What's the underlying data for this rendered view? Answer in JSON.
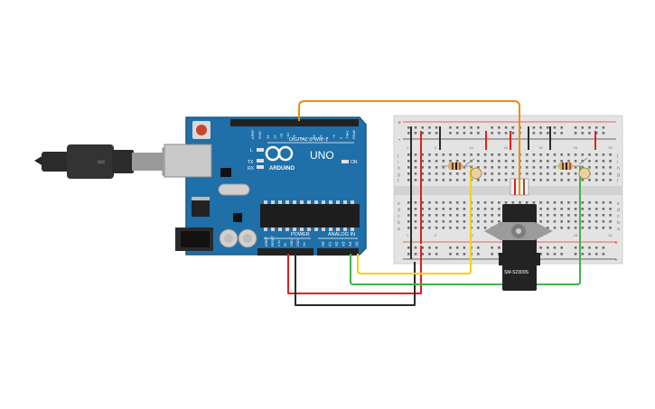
{
  "board": {
    "brand": "ARDUINO",
    "model": "UNO",
    "digital_header": "DIGITAL (PWM~)",
    "aref": "AREF",
    "gnd": "GND",
    "digital_pins": [
      "13",
      "12",
      "~11",
      "~10",
      "~9",
      "8",
      "7",
      "~6",
      "~5",
      "4",
      "~3",
      "2",
      "TX▸1",
      "RX◂0"
    ],
    "power_label": "POWER",
    "analog_label": "ANALOG IN",
    "power_pins": [
      "IOREF",
      "RESET",
      "3.3V",
      "5V",
      "GND",
      "GND",
      "Vin"
    ],
    "analog_pins": [
      "A0",
      "A1",
      "A2",
      "A3",
      "A4",
      "A5"
    ],
    "led_l": "L",
    "led_tx": "TX",
    "led_rx": "RX",
    "led_on": "ON"
  },
  "breadboard": {
    "row_letters_top": [
      "j",
      "i",
      "h",
      "g",
      "f"
    ],
    "row_letters_bottom": [
      "e",
      "d",
      "c",
      "b",
      "a"
    ],
    "column_numbers": [
      "1",
      "5",
      "10",
      "15",
      "20",
      "25",
      "30"
    ],
    "rail_plus": "+",
    "rail_minus": "-"
  },
  "servo": {
    "label": "SM-S2309S"
  },
  "wire_colors": {
    "signal": "#e89008",
    "power": "#e0201c",
    "ground": "#2a2a2a",
    "sensor_a": "#f5d20a",
    "sensor_b": "#3fb34a"
  }
}
